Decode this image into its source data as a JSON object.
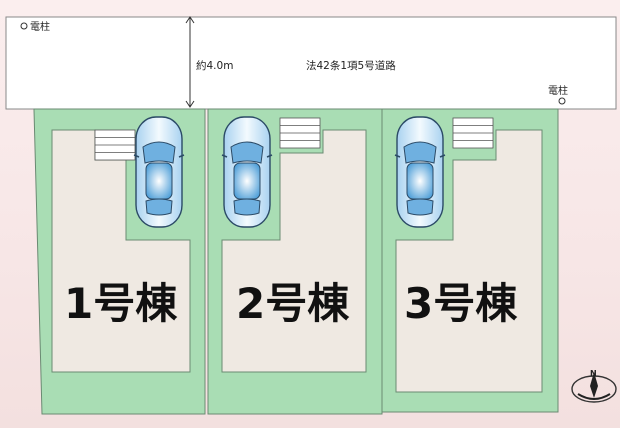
{
  "road": {
    "width_label": "約4.0m",
    "name_label": "法42条1項5号道路"
  },
  "poles": [
    {
      "label": "電柱"
    },
    {
      "label": "電柱"
    }
  ],
  "lots": [
    {
      "label": "1号棟"
    },
    {
      "label": "2号棟"
    },
    {
      "label": "3号棟"
    }
  ],
  "compass": {
    "north_label": "N"
  },
  "colors": {
    "road": "#ffffff",
    "lot_green": "#a9ddb4",
    "lot_green_dark": "#8fcf9c",
    "building": "#efe9e2",
    "outline": "#6a8a72",
    "car_body": "#cfe6f6",
    "car_glass": "#5aa6dd"
  }
}
